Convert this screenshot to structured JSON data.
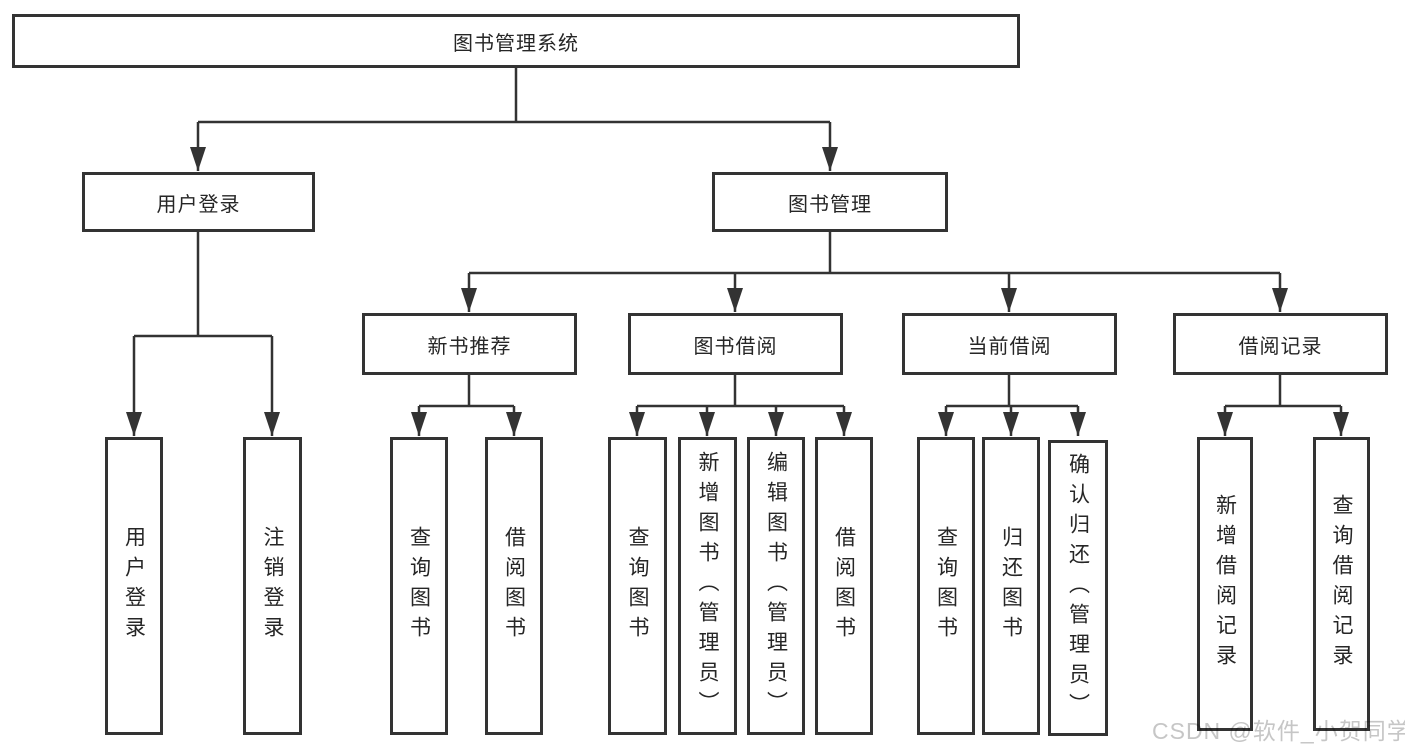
{
  "diagram_type": "hierarchy-tree",
  "colors": {
    "background": "#ffffff",
    "box_fill": "#ffffff",
    "box_border": "#333333",
    "connector_line": "#333333",
    "text": "#262626",
    "watermark": "#c6c6c6"
  },
  "watermark": {
    "text": "CSDN @软件_小贺同学"
  },
  "tree": {
    "label": "图书管理系统",
    "children": [
      {
        "label": "用户登录",
        "children": [
          {
            "label": "用户登录"
          },
          {
            "label": "注销登录"
          }
        ]
      },
      {
        "label": "图书管理",
        "children": [
          {
            "label": "新书推荐",
            "children": [
              {
                "label": "查询图书"
              },
              {
                "label": "借阅图书"
              }
            ]
          },
          {
            "label": "图书借阅",
            "children": [
              {
                "label": "查询图书"
              },
              {
                "label": "新增图书（管理员）"
              },
              {
                "label": "编辑图书（管理员）"
              },
              {
                "label": "借阅图书"
              }
            ]
          },
          {
            "label": "当前借阅",
            "children": [
              {
                "label": "查询图书"
              },
              {
                "label": "归还图书"
              },
              {
                "label": "确认归还（管理员）"
              }
            ]
          },
          {
            "label": "借阅记录",
            "children": [
              {
                "label": "新增借阅记录"
              },
              {
                "label": "查询借阅记录"
              }
            ]
          }
        ]
      }
    ]
  }
}
